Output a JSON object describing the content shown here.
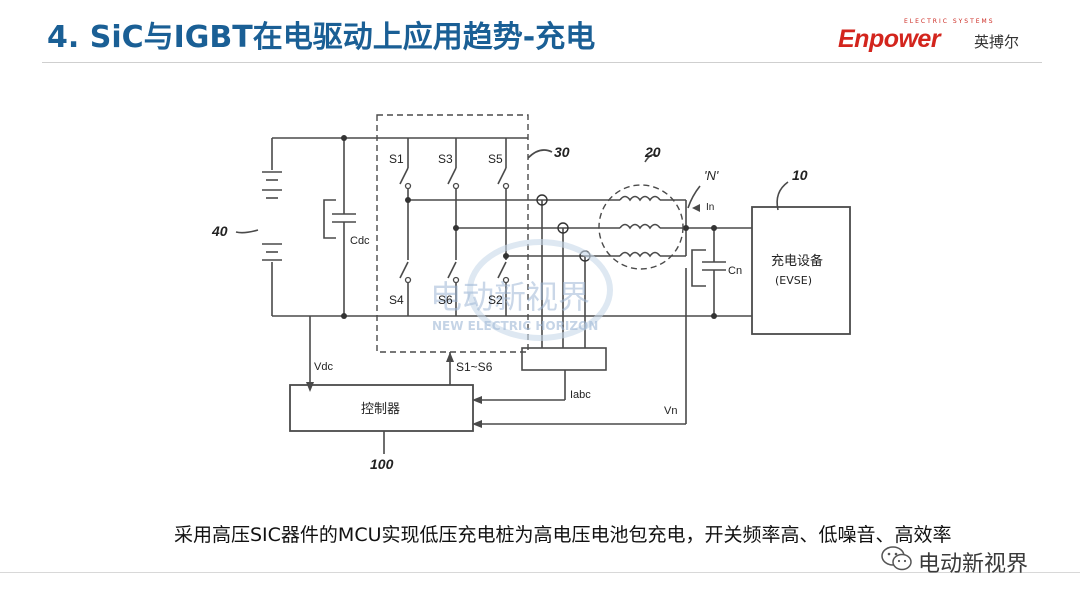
{
  "header": {
    "title": "4. SiC与IGBT在电驱动上应用趋势-充电",
    "logo_brand": "Enpower",
    "logo_tagline": "ELECTRIC SYSTEMS",
    "logo_cn": "英搏尔"
  },
  "diagram": {
    "ref_battery": "40",
    "ref_inverter": "30",
    "ref_motor": "20",
    "ref_evse": "10",
    "ref_controller": "100",
    "neutral_label": "'N'",
    "switch_labels": [
      "S1",
      "S3",
      "S5",
      "S4",
      "S6",
      "S2"
    ],
    "cap_dc_label": "Cdc",
    "cap_n_label": "Cn",
    "current_n_label": "In",
    "evse_line1": "充电设备",
    "evse_line2": "(EVSE)",
    "controller_label": "控制器",
    "vdc_label": "Vdc",
    "gate_label": "S1~S6",
    "iabc_label": "Iabc",
    "vn_label": "Vn",
    "watermark_cn": "电动新视界",
    "watermark_en": "NEW ELECTRIC HORIZON"
  },
  "caption": "采用高压SIC器件的MCU实现低压充电桩为高电压电池包充电，开关频率高、低噪音、高效率",
  "footer": {
    "wechat_label": "电动新视界"
  },
  "colors": {
    "title": "#1a5f95",
    "brand_red": "#d3251d",
    "watermark": "#9fb8d6"
  }
}
